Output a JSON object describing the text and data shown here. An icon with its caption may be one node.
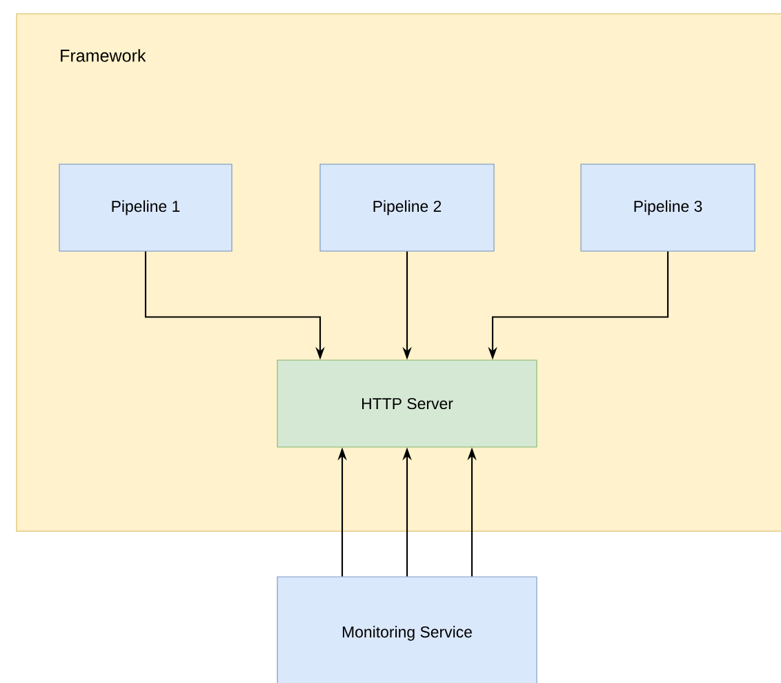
{
  "diagram": {
    "nodes": [
      {
        "text": [
          "Framework"
        ]
      },
      {
        "text": [
          "Pipeline 1"
        ],
        "in": 0
      },
      {
        "text": [
          "Pipeline 2"
        ],
        "in": 0
      },
      {
        "text": [
          "Pipeline 3"
        ],
        "in": 0
      },
      {
        "text": [
          "HTTP Server"
        ],
        "in": 0
      },
      {
        "text": [
          "Monitoring Service"
        ]
      }
    ],
    "edges": [
      {
        "from": 1,
        "to": 4,
        "arrow": "to"
      },
      {
        "from": 2,
        "to": 4,
        "arrow": "to"
      },
      {
        "from": 3,
        "to": 4,
        "arrow": "to"
      },
      {
        "from": 5,
        "to": 4,
        "arrow": "to"
      },
      {
        "from": 5,
        "to": 4,
        "arrow": "to"
      },
      {
        "from": 5,
        "to": 4,
        "arrow": "to"
      }
    ]
  }
}
